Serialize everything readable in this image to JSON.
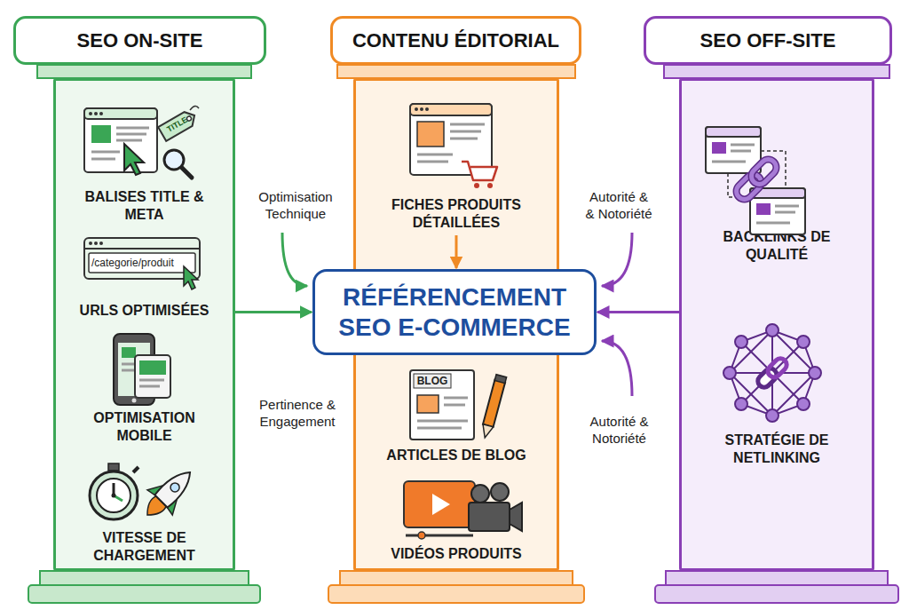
{
  "diagram": {
    "nodes": [
      {
        "text": [
          "SEO ON-SITE"
        ]
      },
      {
        "text": [
          "BALISES TITLE & META"
        ],
        "in": 0
      },
      {
        "text": [
          "URLS OPTIMISÉES"
        ],
        "in": 0
      },
      {
        "text": [
          "OPTIMISATION MOBILE"
        ],
        "in": 0
      },
      {
        "text": [
          "VITESSE DE CHARGEMENT"
        ],
        "in": 0
      },
      {
        "text": [
          "CONTENU ÉDITORIAL"
        ]
      },
      {
        "text": [
          "FICHES PRODUITS DÉTAILLÉES"
        ],
        "in": 5
      },
      {
        "text": [
          "RÉFÉRENCEMENT SEO E-COMMERCE"
        ]
      },
      {
        "text": [
          "ARTICLES DE BLOG"
        ],
        "in": 5
      },
      {
        "text": [
          "VIDÉOS PRODUITS"
        ],
        "in": 5
      },
      {
        "text": [
          "SEO OFF-SITE"
        ]
      },
      {
        "text": [
          "BACKLINKS DE QUALITÉ"
        ],
        "in": 10
      },
      {
        "text": [
          "STRATÉGIE DE NETLINKING"
        ],
        "in": 10
      }
    ],
    "edges": [
      {
        "from": 0,
        "to": 7,
        "arrow": "to"
      },
      {
        "from": 6,
        "to": 7,
        "arrow": "to"
      },
      {
        "from": 10,
        "to": 7,
        "arrow": "to"
      }
    ],
    "labels": [
      "TITLE",
      "/categorie/produit",
      "Optimisation Technique",
      "Autorité & & Notoriété",
      "Pertinence & Engagement",
      "Autorité & Notoriété",
      "BLOG"
    ]
  }
}
